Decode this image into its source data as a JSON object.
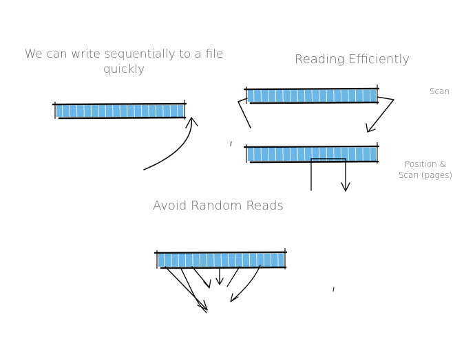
{
  "labels": {
    "write_sequentially": "We can write sequentially to a file quickly",
    "reading_efficiently": "Reading Efficiently",
    "scan": "Scan",
    "position_scan": "Position & Scan (pages)",
    "avoid_random_reads": "Avoid Random Reads"
  },
  "colors": {
    "block_fill": "#5aaee3",
    "ink": "#111111",
    "text": "#666666"
  }
}
